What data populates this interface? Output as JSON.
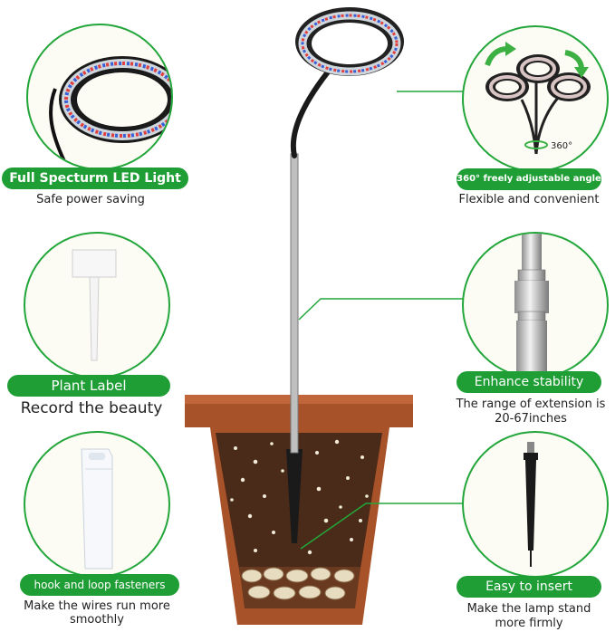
{
  "colors": {
    "accent_green": "#1f9e35",
    "pot_brown": "#a8522a",
    "soil_dark": "#4a2a18"
  },
  "features": {
    "led": {
      "title": "Full Specturm LED Light",
      "subtitle": "Safe power saving",
      "icon": "led-ring-icon"
    },
    "angle": {
      "title": "360° freely adjustable angle",
      "subtitle": "Flexible and convenient",
      "icon": "rotation-arrows-icon",
      "rotation_label": "360°"
    },
    "label": {
      "title": "Plant Label",
      "subtitle": "Record the beauty",
      "icon": "plant-label-icon"
    },
    "stability": {
      "title": "Enhance stability",
      "subtitle_line1": "The range of extension is",
      "subtitle_line2": "20-67inches",
      "icon": "telescopic-pole-icon"
    },
    "fasteners": {
      "title": "hook and loop fasteners",
      "subtitle_line1": "Make the wires run more",
      "subtitle_line2": "smoothly",
      "icon": "velcro-strap-icon"
    },
    "insert": {
      "title": "Easy to insert",
      "subtitle_line1": "Make the lamp stand",
      "subtitle_line2": "more firmly",
      "icon": "ground-spike-icon"
    }
  }
}
